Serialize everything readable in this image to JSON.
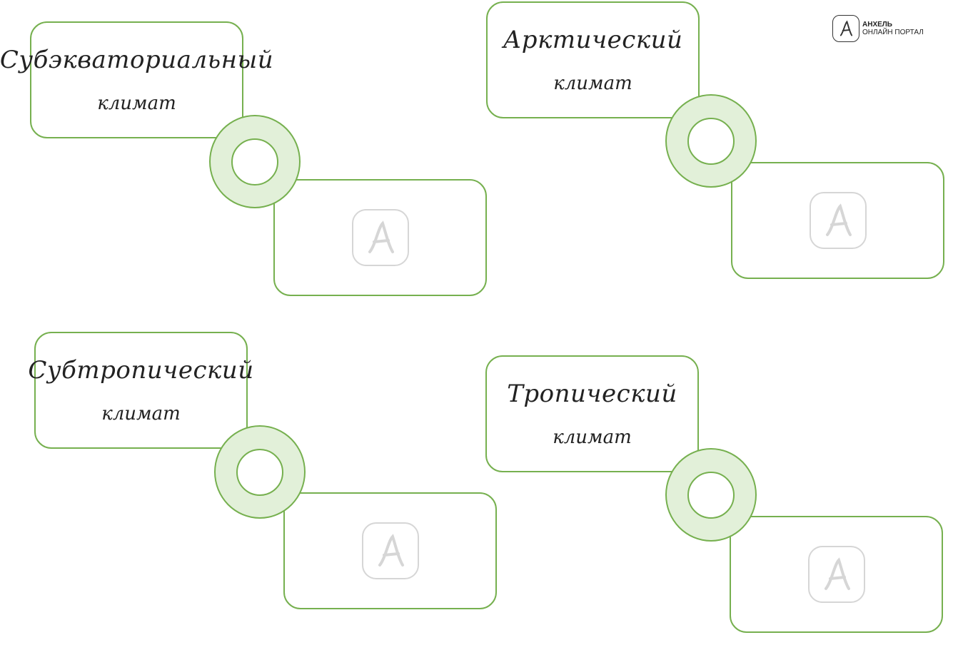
{
  "brand": {
    "name": "АНХЕЛЬ",
    "subtitle": "ОНЛАЙН ПОРТАЛ"
  },
  "climates": [
    {
      "line1": "Субэкваториальный",
      "line2": "климат"
    },
    {
      "line1": "Арктический",
      "line2": "климат"
    },
    {
      "line1": "Субтропический",
      "line2": "климат"
    },
    {
      "line1": "Тропический",
      "line2": "климат"
    }
  ],
  "colors": {
    "border": "#76b04f",
    "ring_fill": "#e2f0d9",
    "watermark": "#d6d6d6"
  },
  "icons": {
    "brand": "anhel-logo-icon",
    "watermark": "anhel-watermark-icon"
  }
}
